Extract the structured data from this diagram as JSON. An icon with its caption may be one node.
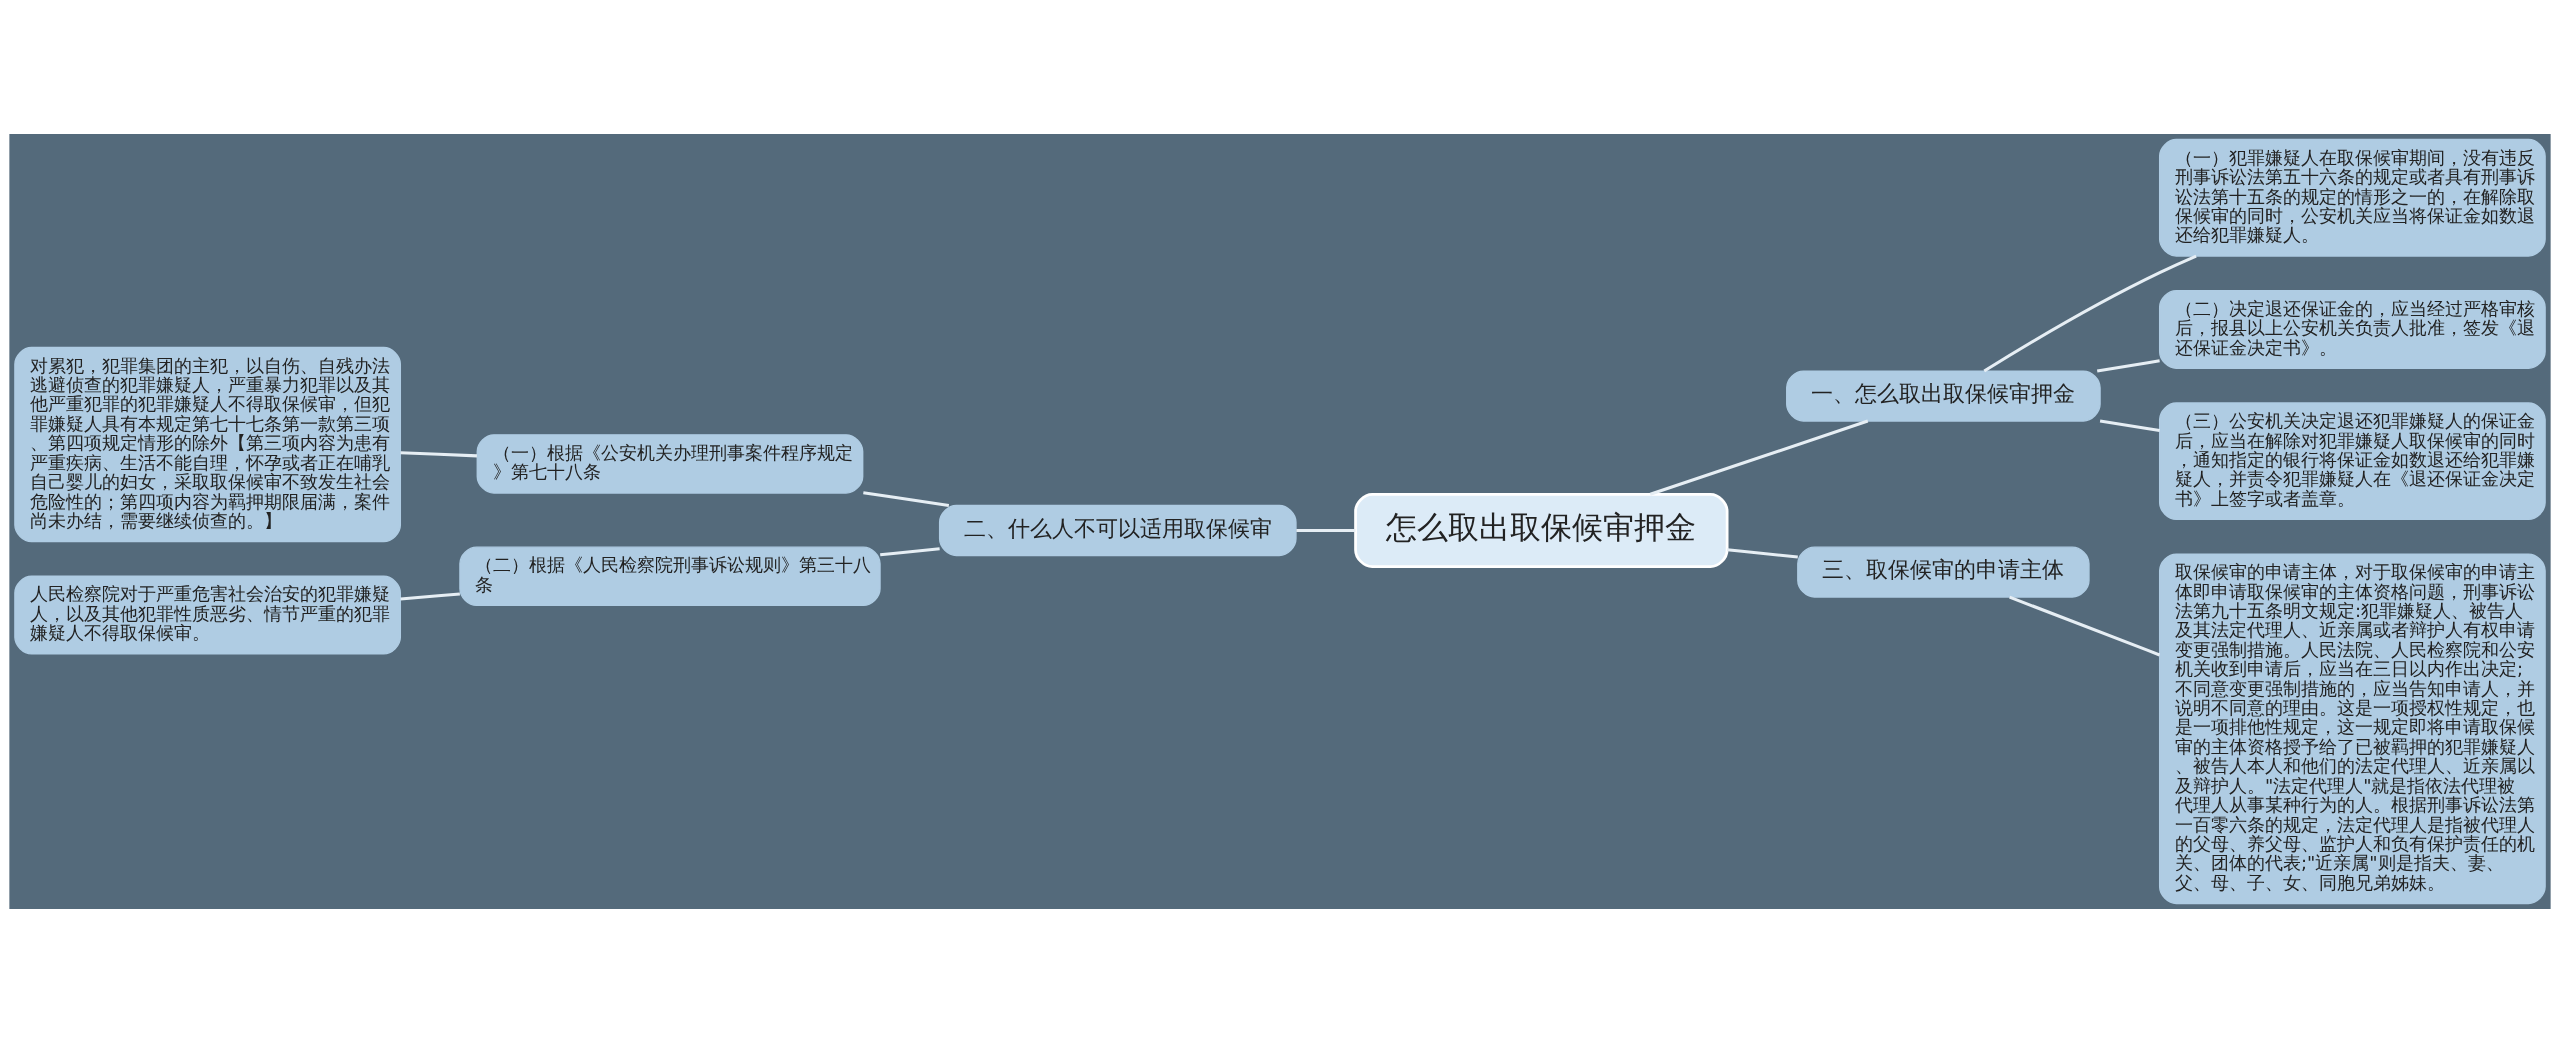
{
  "diagram": {
    "nodes": [
      {
        "text": [
          "怎么取出取保候审押金"
        ]
      },
      {
        "text": [
          "一、怎么取出取保候审押金"
        ]
      },
      {
        "text": [
          "（一）犯罪嫌疑人在取保候审期间，没有违反刑事诉讼法第五十六条的规定或者具有刑事诉讼法第十五条的规定的情形之一的，在解除取保候审的同时，公安机关应当将保证金如数退还给犯罪嫌疑人。"
        ]
      },
      {
        "text": [
          "（二）决定退还保证金的，应当经过严格审核后，报县以上公安机关负责人批准，签发《退还保证金决定书》。"
        ]
      },
      {
        "text": [
          "（三）公安机关决定退还犯罪嫌疑人的保证金后，应当在解除对犯罪嫌疑人取保候审的同时，通知指定的银行将保证金如数退还给犯罪嫌疑人，并责令犯罪嫌疑人在《退还保证金决定书》上签字或者盖章。"
        ]
      },
      {
        "text": [
          "二、什么人不可以适用取保候审"
        ]
      },
      {
        "text": [
          "（一）根据《公安机关办理刑事案件程序规定》第七十八条"
        ]
      },
      {
        "text": [
          "对累犯，犯罪集团的主犯，以自伤、自残办法逃避侦查的犯罪嫌疑人，严重暴力犯罪以及其他严重犯罪的犯罪嫌疑人不得取保候审，但犯罪嫌疑人具有本规定第七十七条第一款第三项、第四项规定情形的除外【第三项内容为患有严重疾病、生活不能自理，怀孕或者正在哺乳自己婴儿的妇女，采取取保候审不致发生社会危险性的；第四项内容为羁押期限届满，案件尚未办结，需要继续侦查的。】"
        ]
      },
      {
        "text": [
          "（二）根据《人民检察院刑事诉讼规则》第三十八条"
        ]
      },
      {
        "text": [
          "人民检察院对于严重危害社会治安的犯罪嫌疑人，以及其他犯罪性质恶劣、情节严重的犯罪嫌疑人不得取保候审。"
        ]
      },
      {
        "text": [
          "三、取保候审的申请主体"
        ]
      },
      {
        "text": [
          "取保候审的申请主体，对于取保候审的申请主体即申请取保候审的主体资格问题，刑事诉讼法第九十五条明文规定:犯罪嫌疑人、被告人及其法定代理人、近亲属或者辩护人有权申请变更强制措施。人民法院、人民检察院和公安机关收到申请后，应当在三日以内作出决定;不同意变更强制措施的，应当告知申请人，并说明不同意的理由。这是一项授权性规定，也是一项排他性规定，这一规定即将申请取保候审的主体资格授予给了已被羁押的犯罪嫌疑人、被告人本人和他们的法定代理人、近亲属以及辩护人。\"法定代理人\"就是指依法代理被代理人从事某种行为的人。根据刑事诉讼法第一百零六条的规定，法定代理人是指被代理人的父母、养父母、监护人和负有保护责任的机关、团体的代表;\"近亲属\"则是指夫、妻、父、母、子、女、同胞兄弟姊妹。"
        ]
      }
    ],
    "edges": [
      {
        "from": 0,
        "to": 1,
        "arrow": "none"
      },
      {
        "from": 1,
        "to": 2,
        "arrow": "none"
      },
      {
        "from": 1,
        "to": 3,
        "arrow": "none"
      },
      {
        "from": 1,
        "to": 4,
        "arrow": "none"
      },
      {
        "from": 0,
        "to": 5,
        "arrow": "none"
      },
      {
        "from": 5,
        "to": 6,
        "arrow": "none"
      },
      {
        "from": 6,
        "to": 7,
        "arrow": "none"
      },
      {
        "from": 5,
        "to": 8,
        "arrow": "none"
      },
      {
        "from": 8,
        "to": 9,
        "arrow": "none"
      },
      {
        "from": 0,
        "to": 10,
        "arrow": "none"
      },
      {
        "from": 10,
        "to": 11,
        "arrow": "none"
      }
    ]
  }
}
